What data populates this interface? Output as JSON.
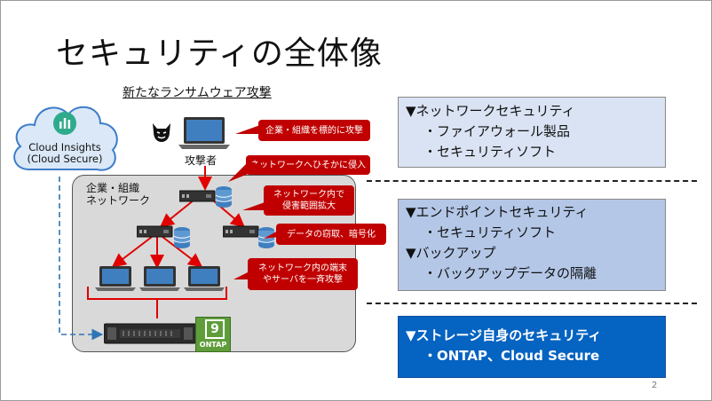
{
  "slide": {
    "title": "セキュリティの全体像",
    "subtitle": "新たなランサムウェア攻撃",
    "page_number": "2"
  },
  "cloud": {
    "line1": "Cloud Insights",
    "line2": "(Cloud Secure)"
  },
  "network": {
    "label_line1": "企業・組織",
    "label_line2": "ネットワーク"
  },
  "attacker": {
    "label": "攻撃者"
  },
  "ontap": {
    "version": "9",
    "label": "ONTAP"
  },
  "callouts": [
    {
      "line1": "企業・組織を標的に攻撃",
      "line2": ""
    },
    {
      "line1": "ネットワークへひそかに侵入",
      "line2": ""
    },
    {
      "line1": "ネットワーク内で",
      "line2": "侵害範囲拡大"
    },
    {
      "line1": "データの窃取、暗号化",
      "line2": ""
    },
    {
      "line1": "ネットワーク内の端末",
      "line2": "やサーバを一斉攻撃"
    }
  ],
  "panels": {
    "network_security": {
      "heading": "▼ネットワークセキュリティ",
      "items": [
        "・ファイアウォール製品",
        "・セキュリティソフト"
      ]
    },
    "endpoint_security": {
      "heading": "▼エンドポイントセキュリティ",
      "item": "・セキュリティソフト",
      "heading2": "▼バックアップ",
      "item2": "・バックアップデータの隔離"
    },
    "storage_security": {
      "heading": "▼ストレージ自身のセキュリティ",
      "item": "・ONTAP、Cloud Secure"
    }
  },
  "colors": {
    "callout_red": "#c00000",
    "panel_light": "#dae3f3",
    "panel_mid": "#b4c7e7",
    "panel_dark": "#0563c1",
    "ontap_green": "#5f9d3a",
    "arrow_red": "#e00000",
    "dashed_blue": "#2e75b6"
  },
  "icons": [
    "cloud-icon",
    "chart-icon",
    "devil-icon",
    "laptop-icon",
    "server-icon",
    "database-icon",
    "storage-array-icon",
    "ontap-logo-icon"
  ]
}
